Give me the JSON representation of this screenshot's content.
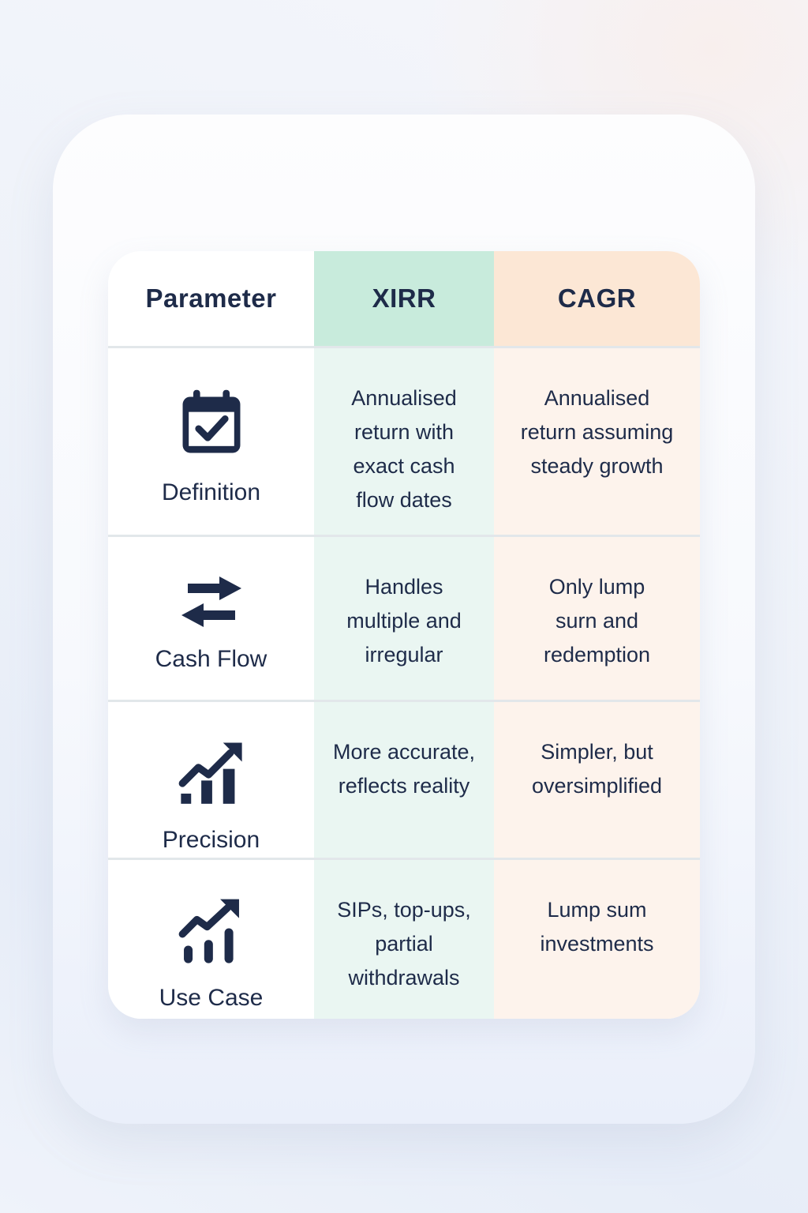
{
  "table": {
    "columns": [
      {
        "id": "parameter",
        "label": "Parameter"
      },
      {
        "id": "xirr",
        "label": "XIRR"
      },
      {
        "id": "cagr",
        "label": "CAGR"
      }
    ],
    "rows": [
      {
        "label": "Definition",
        "icon": "calendar-check-icon",
        "xirr": "Annualised\nreturn with\nexact cash\nflow dates",
        "cagr": "Annualised\nreturn assuming\nsteady growth"
      },
      {
        "label": "Cash Flow",
        "icon": "swap-arrows-icon",
        "xirr": "Handles\nmultiple and\nirregular",
        "cagr": "Only lump\nsurn and\nredemption"
      },
      {
        "label": "Precision",
        "icon": "trending-bars-icon",
        "xirr": "More accurate,\nreflects reality",
        "cagr": "Simpler, but\noversimplified"
      },
      {
        "label": "Use Case",
        "icon": "growth-chart-icon",
        "xirr": "SIPs, top-ups,\npartial\nwithdrawals",
        "cagr": "Lump sum\ninvestments"
      }
    ]
  },
  "chart_data": {
    "type": "table",
    "title": "",
    "columns": [
      "Parameter",
      "XIRR",
      "CAGR"
    ],
    "rows": [
      [
        "Definition",
        "Annualised return with exact cash flow dates",
        "Annualised return assuming steady growth"
      ],
      [
        "Cash Flow",
        "Handles multiple and irregular",
        "Only lump surn and redemption"
      ],
      [
        "Precision",
        "More accurate, reflects reality",
        "Simpler, but oversimplified"
      ],
      [
        "Use Case",
        "SIPs, top-ups, partial withdrawals",
        "Lump sum investments"
      ]
    ]
  },
  "colors": {
    "navy": "#1e2b49",
    "mint_header": "#c8ebdc",
    "mint_cell": "#eaf6f2",
    "peach_header": "#fce7d5",
    "peach_cell": "#fdf3ec",
    "divider": "#e2e7ea",
    "card_bg_top": "#fdfdfe",
    "card_bg_bottom": "#eaeffa",
    "page_blue": "#e7edf8",
    "page_pink": "#f8efed"
  }
}
